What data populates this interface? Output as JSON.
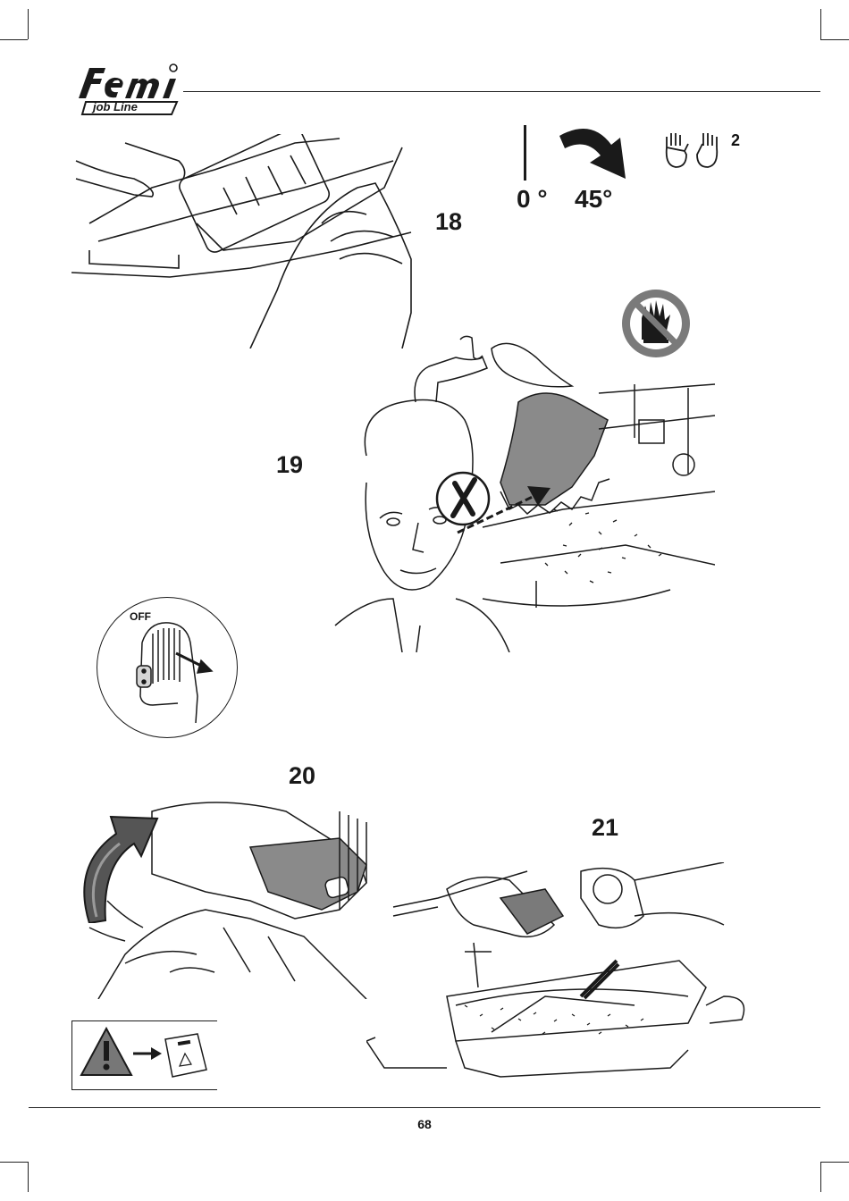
{
  "header": {
    "logo_brand": "femi",
    "logo_subline": "job Line"
  },
  "steps": [
    {
      "number": "18"
    },
    {
      "number": "19"
    },
    {
      "number": "20"
    },
    {
      "number": "21"
    }
  ],
  "bevel": {
    "angle_start": "0 °",
    "angle_end": "45°",
    "hands_count": "2"
  },
  "switch_label": "OFF",
  "footer": {
    "page_number": "68"
  },
  "colors": {
    "ink": "#1a1a1a",
    "fill_gray": "#8a8a8a",
    "dark_gray": "#555555"
  },
  "icons": [
    "no-gloves-icon",
    "warning-triangle-icon",
    "manual-booklet-icon",
    "two-hands-icon",
    "rotate-arrow-icon"
  ]
}
